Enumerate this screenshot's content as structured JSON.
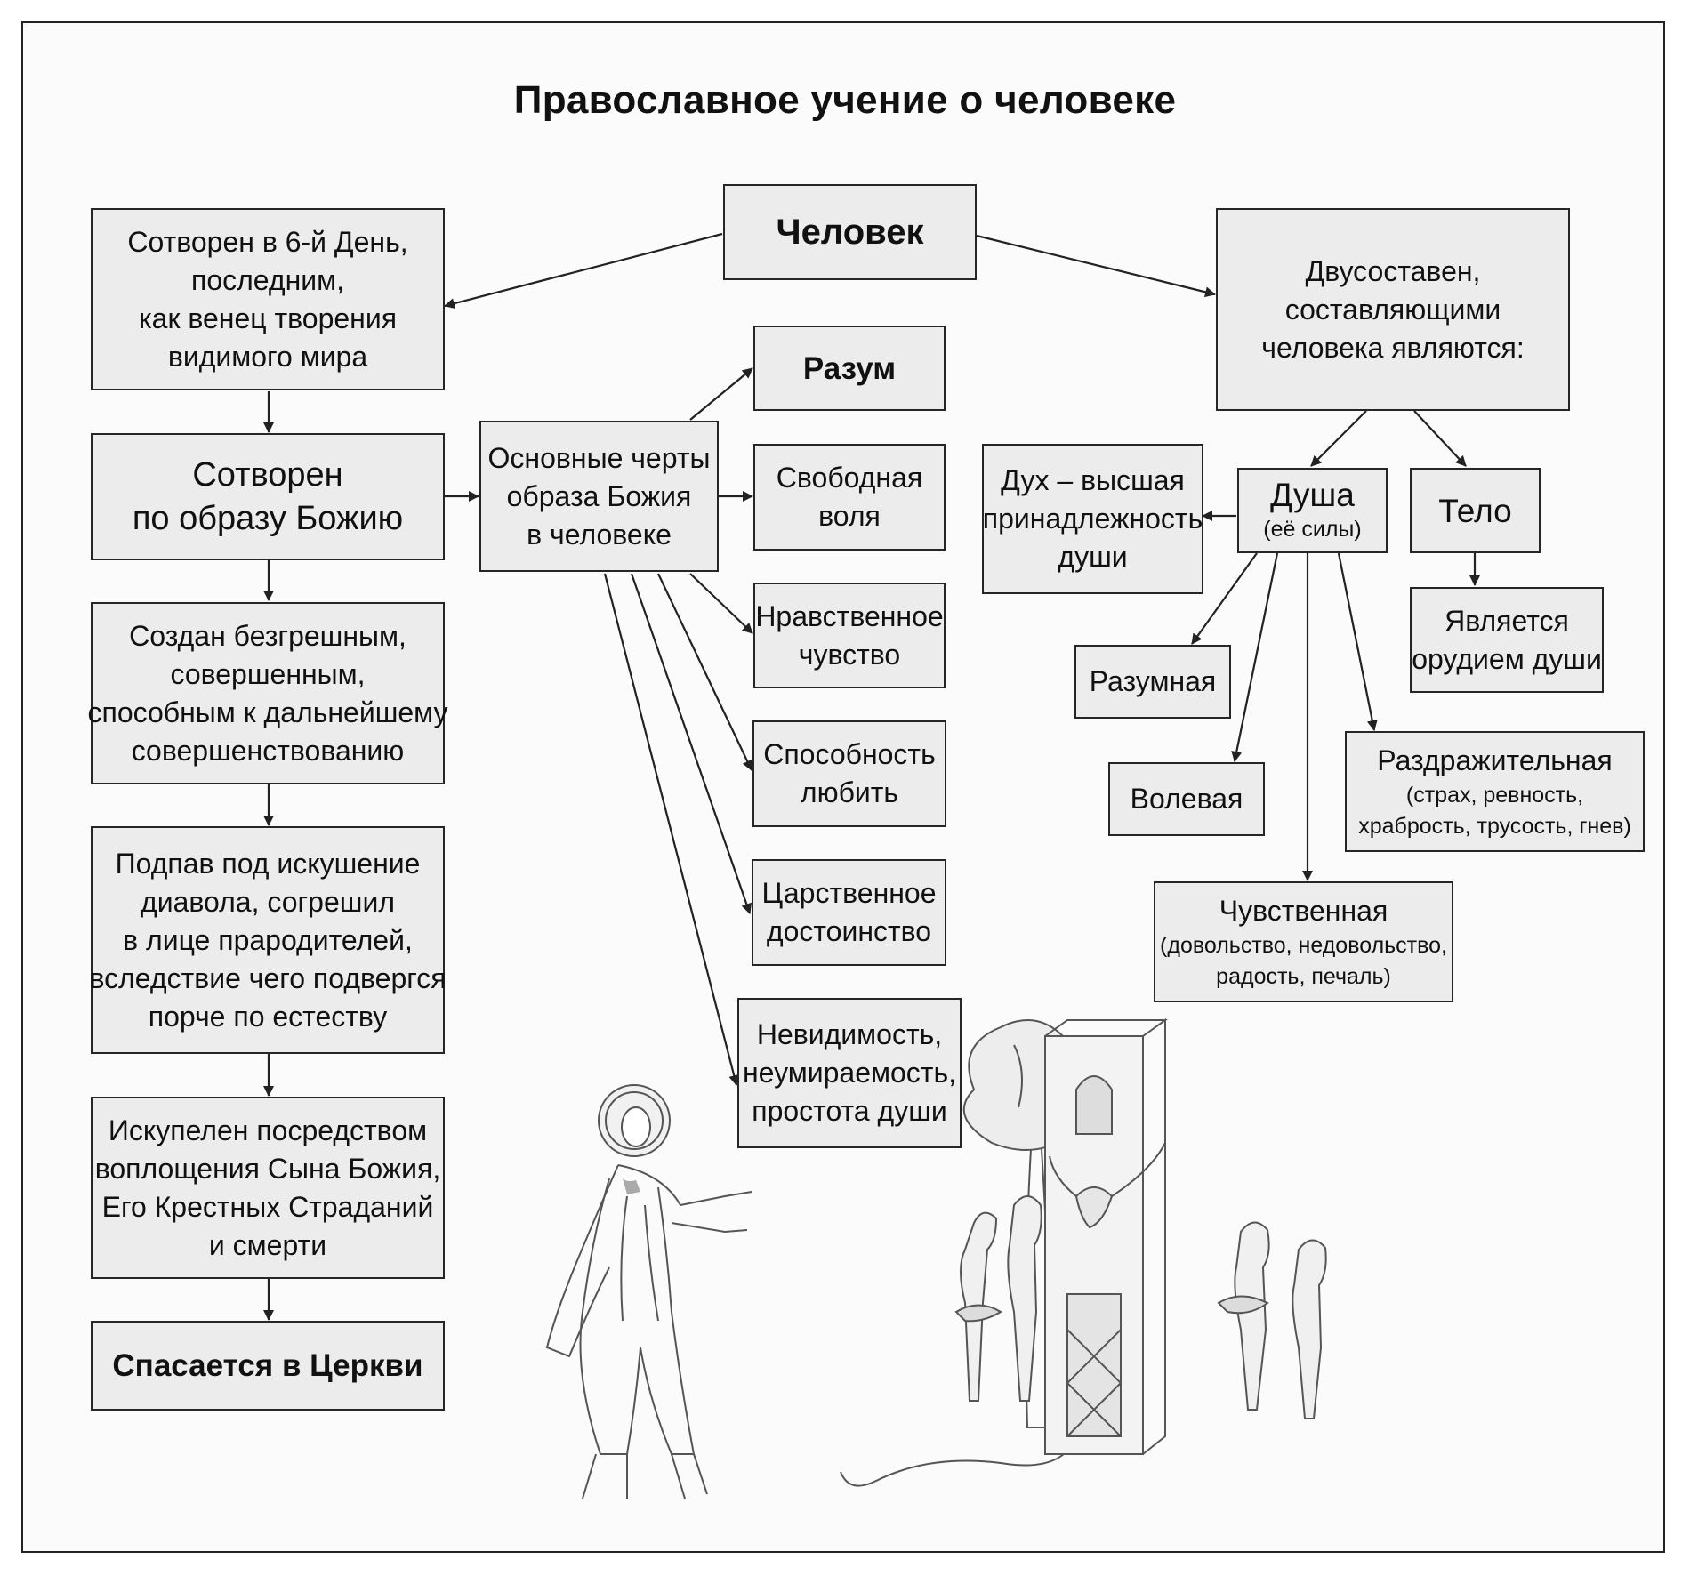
{
  "title": "Православное учение о человеке",
  "nodes": {
    "man": [
      "Человек"
    ],
    "created6": [
      "Сотворен в 6-й День,",
      "последним,",
      "как венец творения",
      "видимого мира"
    ],
    "image": [
      "Сотворен",
      "по образу Божию"
    ],
    "sinless": [
      "Создан безгрешным,",
      "совершенным,",
      "способным к дальнейшему",
      "совершенствованию"
    ],
    "fall": [
      "Подпав под искушение",
      "диавола, согрешил",
      "в лице прародителей,",
      "вследствие чего подвергся",
      "порче по естеству"
    ],
    "redeemed": [
      "Искупелен посредством",
      "воплощения Сына Божия,",
      "Его Крестных Страданий",
      "и смерти"
    ],
    "saved": [
      "Спасается в Церкви"
    ],
    "traits": [
      "Основные черты",
      "образа Божия",
      "в человеке"
    ],
    "reason": [
      "Разум"
    ],
    "freewill": [
      "Свободная",
      "воля"
    ],
    "moral": [
      "Нравственное",
      "чувство"
    ],
    "love": [
      "Способность",
      "любить"
    ],
    "royal": [
      "Царственное",
      "достоинство"
    ],
    "invisible": [
      "Невидимость,",
      "неумираемость,",
      "простота души"
    ],
    "twofold": [
      "Двусоставен,",
      "составляющими",
      "человека являются:"
    ],
    "spirit": [
      "Дух – высшая",
      "принадлежность",
      "души"
    ],
    "soul": [
      "Душа"
    ],
    "soul_sub": [
      "(её силы)"
    ],
    "body": [
      "Тело"
    ],
    "organ": [
      "Является",
      "орудием души"
    ],
    "rational": [
      "Разумная"
    ],
    "volitional": [
      "Волевая"
    ],
    "irritable": [
      "Раздражительная"
    ],
    "irritable_sub": [
      "(страх, ревность,",
      "храбрость, трусость, гнев)"
    ],
    "sensual": [
      "Чувственная"
    ],
    "sensual_sub": [
      "(довольство, недовольство,",
      "радость, печаль)"
    ]
  },
  "colors": {
    "box_fill": "#ececec",
    "border": "#262626",
    "text": "#111111"
  }
}
